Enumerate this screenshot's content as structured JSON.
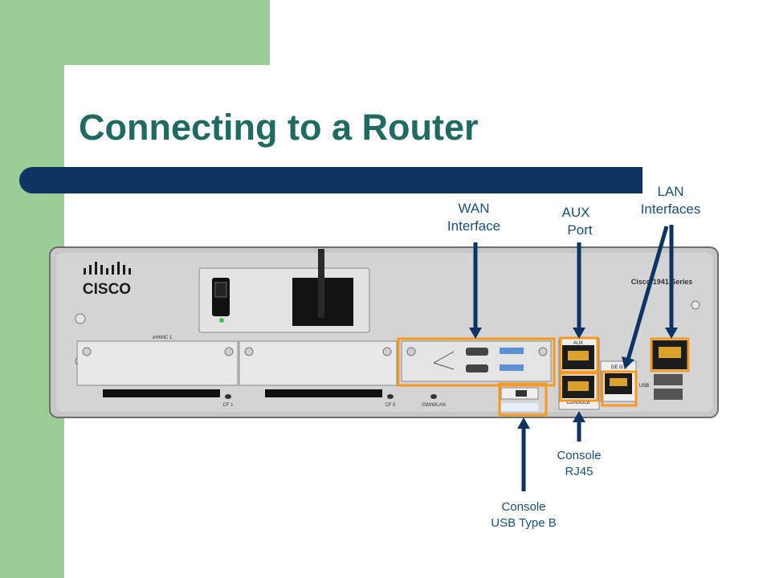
{
  "slide": {
    "title": "Connecting to a Router",
    "colors": {
      "accent_green": "#9ccc96",
      "title_color": "#1f6b61",
      "title_bar": "#0e3463",
      "callout_line": "#0e3463",
      "highlight": "#f59a1f"
    }
  },
  "device": {
    "brand": "CISCO",
    "model": "Cisco 1941 Series",
    "slot_labels": {
      "ehwic_1": "eHWIC 1",
      "cf1": "CF 1",
      "cf0": "CF 0",
      "ism_wlan": "ISM/WLAN",
      "aux": "AUX",
      "console": "CONSOLE",
      "ge": "GE 0/1",
      "usb": "USB"
    }
  },
  "callouts": {
    "wan": [
      "WAN",
      "Interface"
    ],
    "aux": [
      "AUX",
      "Port"
    ],
    "lan": [
      "LAN",
      "Interfaces"
    ],
    "console_rj45": [
      "Console",
      "RJ45"
    ],
    "console_usb": [
      "Console",
      "USB Type B"
    ]
  }
}
